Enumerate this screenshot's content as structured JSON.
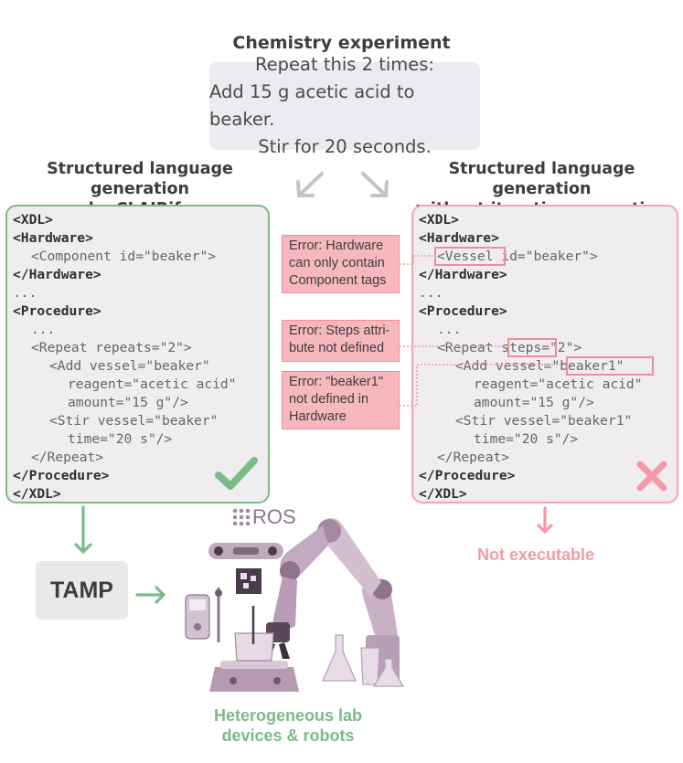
{
  "title": "Chemistry experiment",
  "prompt": {
    "lines": [
      "Repeat this 2 times:",
      "Add 15 g acetic acid to beaker.",
      "Stir for 20 seconds."
    ]
  },
  "left_column": {
    "title_lines": [
      "Structured language generation",
      "by CLAIRify"
    ],
    "code": {
      "xdl_open": "<XDL>",
      "hardware_open": "<Hardware>",
      "component": "<Component id=\"beaker\">",
      "hardware_close": "</Hardware>",
      "ellipsis1": "...",
      "procedure_open": "<Procedure>",
      "ellipsis2": "...",
      "repeat": "<Repeat repeats=\"2\">",
      "add1": "<Add vessel=\"beaker\"",
      "add2": "reagent=\"acetic acid\"",
      "add3": "amount=\"15 g\"/>",
      "stir1": "<Stir vessel=\"beaker\"",
      "stir2": "time=\"20 s\"/>",
      "repeat_close": "</Repeat>",
      "procedure_close": "</Procedure>",
      "xdl_close": "</XDL>"
    },
    "status_icon": "checkmark-icon"
  },
  "right_column": {
    "title_lines": [
      "Structured language generation",
      "without iterative prompting"
    ],
    "code": {
      "xdl_open": "<XDL>",
      "hardware_open": "<Hardware>",
      "vessel_tag": "<Vessel",
      "vessel_rest": " id=\"beaker\">",
      "hardware_close": "</Hardware>",
      "ellipsis1": "...",
      "procedure_open": "<Procedure>",
      "ellipsis2": "...",
      "repeat_a": "<Repeat ",
      "repeat_attr": "steps",
      "repeat_b": "=\"2\">",
      "add1_a": "<Add vessel=",
      "add1_val": "\"beaker1\"",
      "add2": "reagent=\"acetic acid\"",
      "add3": "amount=\"15 g\"/>",
      "stir1": "<Stir vessel=\"beaker1\"",
      "stir2": "time=\"20 s\"/>",
      "repeat_close": "</Repeat>",
      "procedure_close": "</Procedure>",
      "xdl_close": "</XDL>"
    },
    "status_icon": "cross-icon"
  },
  "errors": [
    {
      "lines": [
        "Error: Hardware",
        "can only contain",
        "Component tags"
      ]
    },
    {
      "lines": [
        "Error: Steps attri-",
        "bute not defined"
      ]
    },
    {
      "lines": [
        "Error: \"beaker1\"",
        "not defined in",
        "Hardware"
      ]
    }
  ],
  "tamp_label": "TAMP",
  "ros_label": "ROS",
  "lab_label_lines": [
    "Heterogeneous lab",
    "devices & robots"
  ],
  "not_executable": "Not executable",
  "colors": {
    "success": "#7cbb86",
    "error": "#f29aa7",
    "error_fill": "#f6b7bd",
    "box_fill": "#efedf0",
    "robot": "#a38aa3"
  }
}
